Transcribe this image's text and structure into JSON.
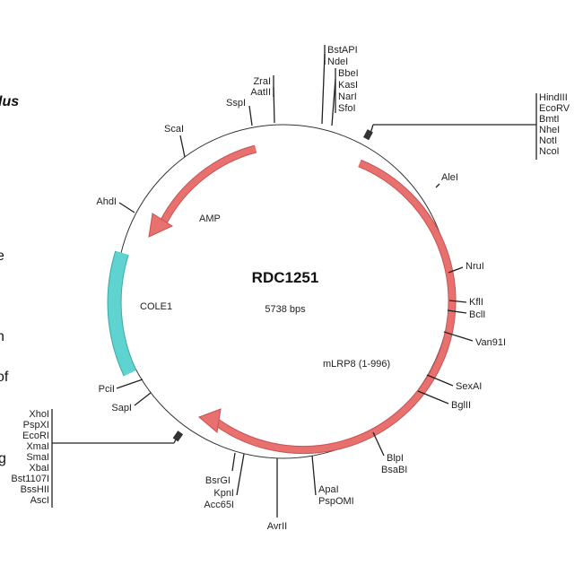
{
  "side_text": {
    "f1": "lus",
    "f2": "e",
    "f3": "n",
    "f4": "of",
    "f5": "g"
  },
  "plasmid": {
    "name": "RDC1251",
    "size": "5738 bps",
    "features": {
      "amp": "AMP",
      "cole1": "COLE1",
      "mlrp8": "mLRP8 (1-996)"
    },
    "colors": {
      "arrow": "#e8706e",
      "ori": "#5fd3cf"
    }
  },
  "sites": {
    "bstapi": "BstAPI",
    "ndei": "NdeI",
    "bbei": "BbeI",
    "kasi": "KasI",
    "nari": "NarI",
    "sfoi": "SfoI",
    "zrai": "ZraI",
    "aatii": "AatII",
    "sspi": "SspI",
    "scai": "ScaI",
    "ahdi": "AhdI",
    "mcs1": [
      "HindIII",
      "EcoRV",
      "BmtI",
      "NheI",
      "NotI",
      "NcoI"
    ],
    "alei": "AleI",
    "nrui": "NruI",
    "kfli": "KflI",
    "bcli": "BclI",
    "van91i": "Van91I",
    "sexai": "SexAI",
    "bglii": "BglII",
    "blpi": "BlpI",
    "bsabi": "BsaBI",
    "apai": "ApaI",
    "pspomi": "PspOMI",
    "avrii": "AvrII",
    "bsrgi": "BsrGI",
    "kpni": "KpnI",
    "acc65i": "Acc65I",
    "pcii": "PciI",
    "sapi": "SapI",
    "mcs2": [
      "XhoI",
      "PspXI",
      "EcoRI",
      "XmaI",
      "SmaI",
      "XbaI",
      "Bst1107I",
      "BssHII",
      "AscI"
    ]
  }
}
